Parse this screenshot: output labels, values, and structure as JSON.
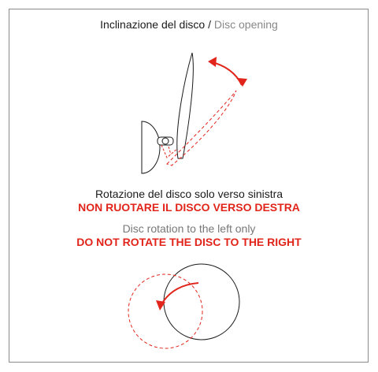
{
  "colors": {
    "accent": "#e1251b",
    "line": "#1a1a1a",
    "muted": "#888888",
    "frame": "#8a8a8a"
  },
  "tilt": {
    "title_it": "Inclinazione del disco",
    "separator": "/",
    "title_en": "Disc opening"
  },
  "rotation": {
    "note_it": "Rotazione del disco solo verso sinistra",
    "warning_it": "NON RUOTARE IL  DISCO VERSO DESTRA",
    "note_en": "Disc rotation to the left only",
    "warning_en": "DO NOT ROTATE THE DISC TO THE RIGHT"
  }
}
